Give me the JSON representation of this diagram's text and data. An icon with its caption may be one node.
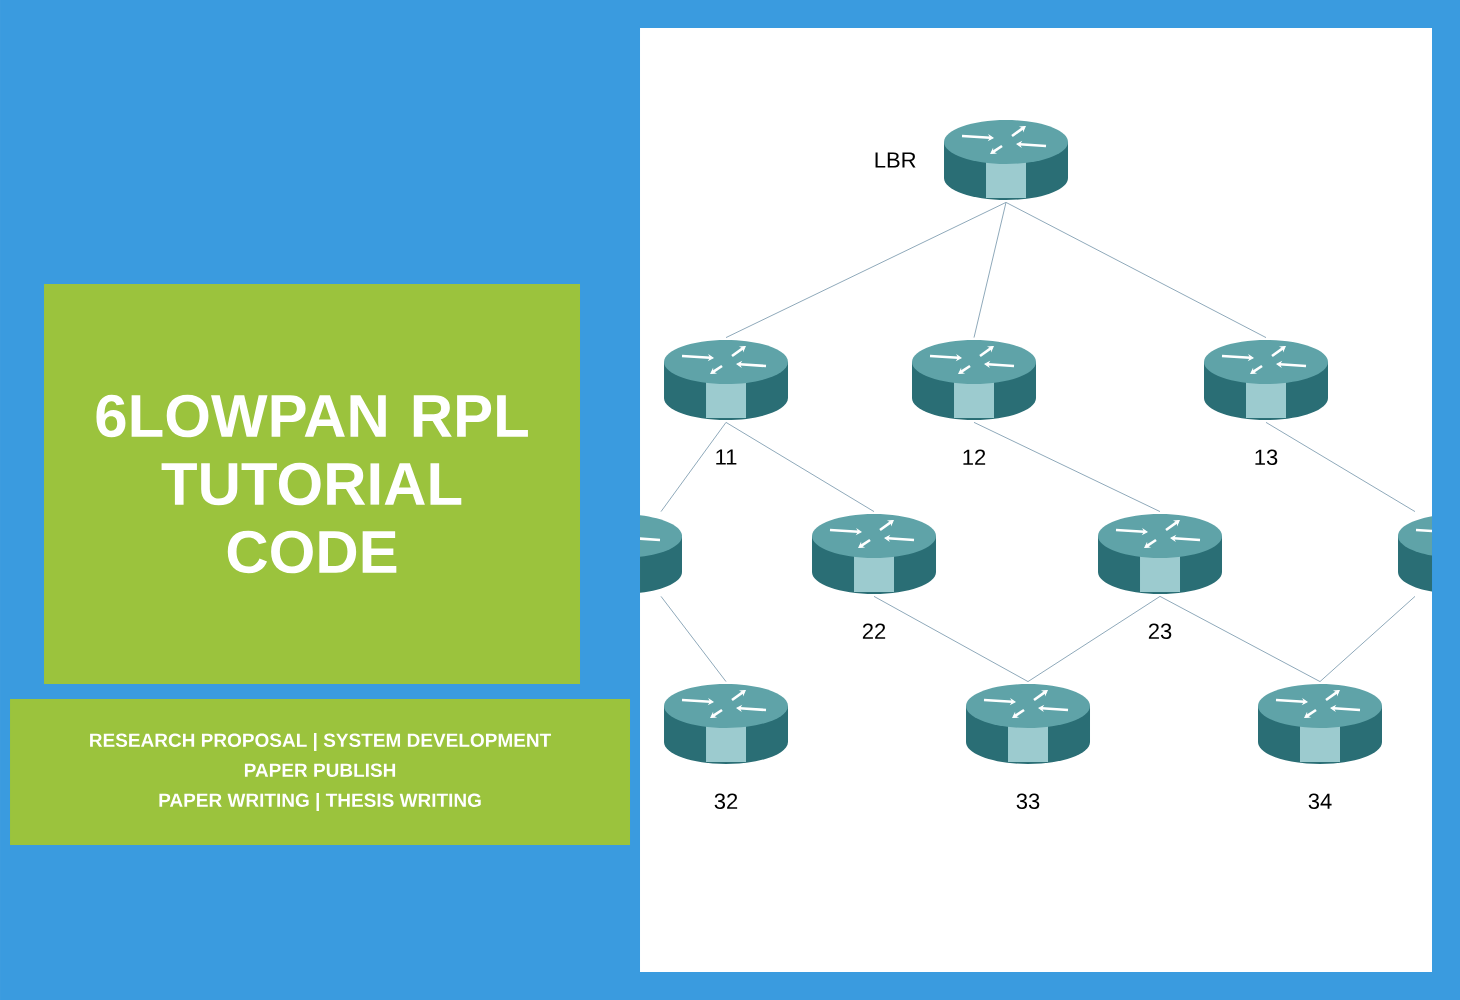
{
  "diagram": {
    "nodes": [
      {
        "text": [
          "6LOWPAN RPL TUTORIAL CODE"
        ]
      },
      {
        "text": [
          "RESEARCH PROPOSAL | SYSTEM DEVELOPMENT",
          "PAPER PUBLISH",
          "PAPER WRITING | THESIS WRITING"
        ]
      },
      {
        "text": [
          "LBR"
        ]
      },
      {
        "text": [
          "11"
        ]
      },
      {
        "text": [
          "12"
        ]
      },
      {
        "text": [
          "13"
        ]
      },
      {
        "text": [],
        "shape": "picture"
      },
      {
        "text": [
          "22"
        ]
      },
      {
        "text": [
          "23"
        ]
      },
      {
        "text": [],
        "shape": "picture"
      },
      {
        "text": [
          "32"
        ]
      },
      {
        "text": [
          "33"
        ]
      },
      {
        "text": [
          "34"
        ]
      }
    ],
    "edges": [
      {
        "from": 2,
        "to": 3,
        "arrow": "none"
      },
      {
        "from": 2,
        "to": 4,
        "arrow": "none"
      },
      {
        "from": 2,
        "to": 5,
        "arrow": "none"
      },
      {
        "from": 3,
        "to": 6,
        "arrow": "none"
      },
      {
        "from": 3,
        "to": 7,
        "arrow": "none"
      },
      {
        "from": 4,
        "to": 8,
        "arrow": "none"
      },
      {
        "from": 5,
        "to": 9,
        "arrow": "none"
      },
      {
        "from": 6,
        "to": 10,
        "arrow": "none"
      },
      {
        "from": 7,
        "to": 11,
        "arrow": "none"
      },
      {
        "from": 8,
        "to": 11,
        "arrow": "none"
      },
      {
        "from": 8,
        "to": 12,
        "arrow": "none"
      },
      {
        "from": 9,
        "to": 12,
        "arrow": "none"
      }
    ]
  }
}
